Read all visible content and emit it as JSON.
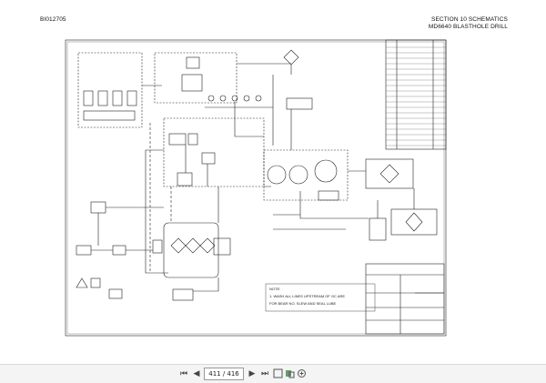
{
  "document": {
    "doc_id": "BI012705",
    "section_title": "SECTION 10 SCHEMATICS",
    "section_subtitle": "MD6640 BLASTHOLE DRILL"
  },
  "schematic": {
    "note_lines": [
      "NOTE:",
      "1. WASH ALL LINES UPSTREAM OF GC ARE",
      "FOR BEAR NO. SLEW AND SEAL LUBE"
    ]
  },
  "toolbar": {
    "first_icon": "skip-first-icon",
    "prev_icon": "prev-page-icon",
    "page_display": "411 / 416",
    "next_icon": "next-page-icon",
    "last_icon": "skip-last-icon",
    "tool_icons": [
      "fit-page-icon",
      "rotate-icon",
      "more-icon"
    ]
  },
  "colors": {
    "line": "#222222",
    "toolbar_bg": "#f4f4f4"
  }
}
